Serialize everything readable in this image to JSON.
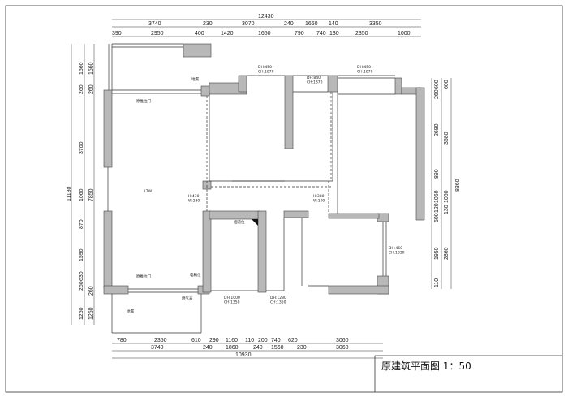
{
  "drawing": {
    "title": "原建筑平面图 1：50"
  },
  "dimensions": {
    "top_overall": "12430",
    "top_row1": [
      "3740",
      "230",
      "3070",
      "240",
      "1660",
      "140",
      "3350"
    ],
    "top_row2": [
      "390",
      "2950",
      "400",
      "1420",
      "1650",
      "790",
      "740",
      "130",
      "2350",
      "1000"
    ],
    "bottom_row1": [
      "780",
      "2350",
      "610",
      "290",
      "1160",
      "110",
      "200",
      "740",
      "620",
      "3060"
    ],
    "bottom_row2": [
      "3740",
      "240",
      "1860",
      "240",
      "1560",
      "230",
      "3060"
    ],
    "bottom_overall": "10930",
    "left_overall": "11180",
    "left_row1": [
      "1560",
      "260",
      "3700",
      "1060",
      "870",
      "1590",
      "260",
      "630",
      "1250"
    ],
    "left_row2": [
      "1560",
      "260",
      "7850",
      "260",
      "1250"
    ],
    "right_row1": [
      "600",
      "260",
      "2690",
      "890",
      "1060",
      "120",
      "500",
      "1950",
      "110"
    ],
    "right_row2": [
      "600",
      "3580",
      "1060",
      "130",
      "2860"
    ],
    "right_overall": "8360"
  },
  "annotations": {
    "floor_drain_top": "地漏",
    "floor_drain_bottom": "地漏",
    "sliding_door_top": "原推拉门",
    "sliding_door_bottom": "原推拉门",
    "electric_box": "电箱位",
    "gas_meter": "燃气表",
    "flue": "烟道位",
    "beam_left": "H:430\nW:230",
    "beam_right": "H:380\nW:100",
    "win1": "DH:450\nCH:1870",
    "win2": "DH:840\nCH:1870",
    "win3": "DH:450\nCH:1870",
    "win4": "DH:460\nCH:1830",
    "win5": "DH:1000\nCH:1350",
    "win6": "DH:1280\nCH:1350",
    "light_mark": "LTW"
  }
}
